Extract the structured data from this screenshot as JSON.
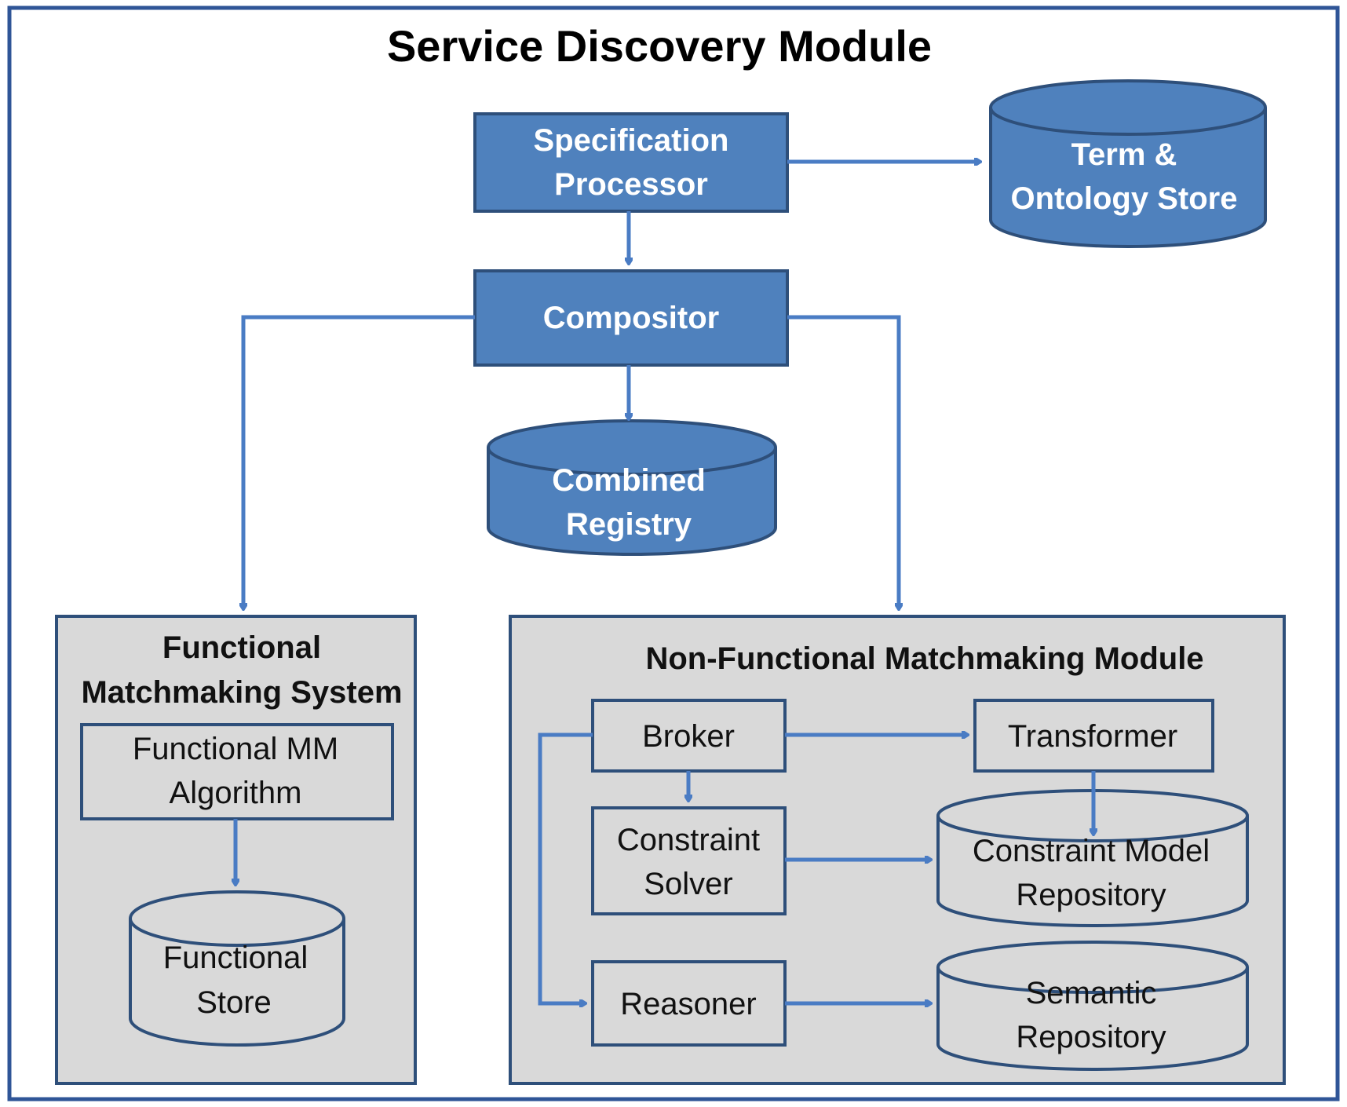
{
  "title": "Service Discovery Module",
  "colors": {
    "frame": "#2f5597",
    "blue_fill": "#4f81bd",
    "blue_stroke": "#2e4f7a",
    "gray_fill": "#d9d9d9",
    "connector": "#4a7cc4"
  },
  "nodes": {
    "spec_processor": {
      "line1": "Specification",
      "line2": "Processor"
    },
    "term_store": {
      "line1": "Term &",
      "line2": "Ontology Store"
    },
    "compositor": {
      "line1": "Compositor"
    },
    "combined_registry": {
      "line1": "Combined",
      "line2": "Registry"
    },
    "functional_system": {
      "title_line1": "Functional",
      "title_line2": "Matchmaking System",
      "algorithm": {
        "line1": "Functional MM",
        "line2": "Algorithm"
      },
      "store": {
        "line1": "Functional",
        "line2": "Store"
      }
    },
    "nonfunctional_module": {
      "title": "Non-Functional Matchmaking  Module",
      "broker": "Broker",
      "transformer": "Transformer",
      "constraint_solver": {
        "line1": "Constraint",
        "line2": "Solver"
      },
      "constraint_repo": {
        "line1": "Constraint Model",
        "line2": "Repository"
      },
      "reasoner": "Reasoner",
      "semantic_repo": {
        "line1": "Semantic",
        "line2": "Repository"
      }
    }
  }
}
